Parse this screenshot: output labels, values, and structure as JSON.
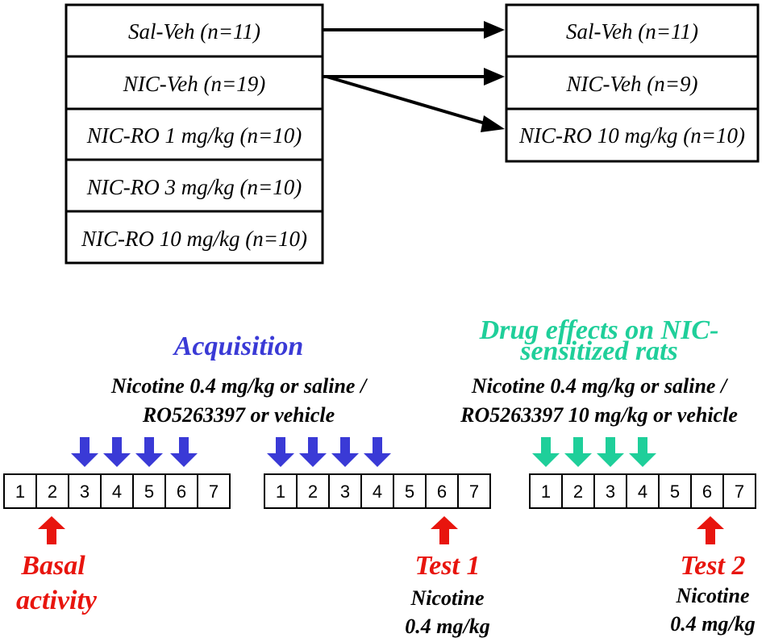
{
  "left_groups": [
    "Sal-Veh (n=11)",
    "NIC-Veh (n=19)",
    "NIC-RO 1 mg/kg (n=10)",
    "NIC-RO 3 mg/kg (n=10)",
    "NIC-RO 10 mg/kg (n=10)"
  ],
  "right_groups": [
    "Sal-Veh (n=11)",
    "NIC-Veh (n=9)",
    "NIC-RO 10 mg/kg (n=10)"
  ],
  "phase1": {
    "title": "Acquisition",
    "treatment_line1": "Nicotine 0.4 mg/kg or saline /",
    "treatment_line2": "RO5263397 or vehicle"
  },
  "phase2": {
    "title_line1": "Drug effects on NIC-",
    "title_line2": "sensitized rats",
    "treatment_line1": "Nicotine 0.4 mg/kg or saline /",
    "treatment_line2": "RO5263397 10 mg/kg or vehicle"
  },
  "day_blocks": [
    {
      "days": [
        "1",
        "2",
        "3",
        "4",
        "5",
        "6",
        "7"
      ],
      "arrowed_days": [
        "3",
        "4",
        "5",
        "6"
      ]
    },
    {
      "days": [
        "1",
        "2",
        "3",
        "4",
        "5",
        "6",
        "7"
      ],
      "arrowed_days": [
        "1",
        "2",
        "3",
        "4"
      ]
    },
    {
      "days": [
        "1",
        "2",
        "3",
        "4",
        "5",
        "6",
        "7"
      ],
      "arrowed_days": [
        "1",
        "2",
        "3",
        "4"
      ]
    }
  ],
  "basal": {
    "line1": "Basal",
    "line2": "activity"
  },
  "test1": {
    "title": "Test 1",
    "line1": "Nicotine",
    "line2": "0.4 mg/kg"
  },
  "test2": {
    "title": "Test 2",
    "line1": "Nicotine",
    "line2": "0.4 mg/kg"
  },
  "colors": {
    "blue": "#3a3ad6",
    "teal": "#1fcf9a",
    "red": "#e8150e",
    "black": "#000000"
  }
}
